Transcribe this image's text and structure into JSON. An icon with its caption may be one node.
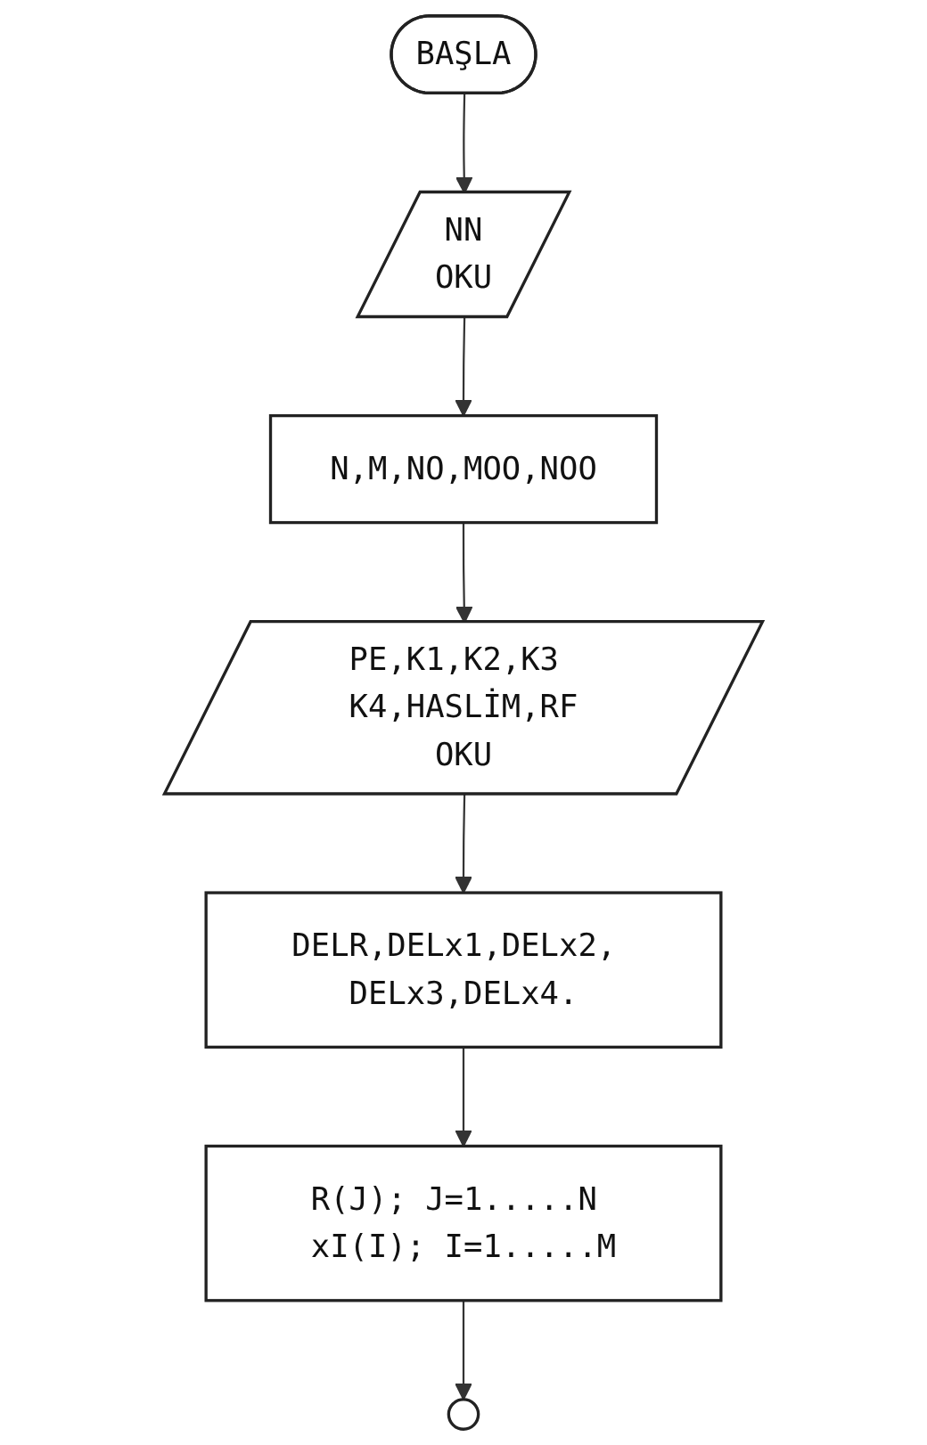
{
  "diagram": {
    "nodes": [
      {
        "text": [
          "BAŞLA"
        ]
      },
      {
        "text": [
          "NN",
          "OKU"
        ]
      },
      {
        "text": [
          "N,M,NO,MOO,NOO"
        ]
      },
      {
        "text": [
          "PE,K1,K2,K3 K4,HASLİM,RF",
          "OKU"
        ]
      },
      {
        "text": [
          "DELR,DELx1,DELx2, DELx3,DELx4."
        ]
      },
      {
        "text": [
          "R(J); J=1.....N xI(I); I=1.....M"
        ]
      },
      {
        "text": [],
        "shape": "circle"
      }
    ],
    "edges": [
      {
        "from": 0,
        "to": 1,
        "arrow": "to"
      },
      {
        "from": 1,
        "to": 2,
        "arrow": "to"
      },
      {
        "from": 2,
        "to": 3,
        "arrow": "to"
      },
      {
        "from": 3,
        "to": 4,
        "arrow": "to"
      },
      {
        "from": 4,
        "to": 5,
        "arrow": "to"
      },
      {
        "from": 5,
        "to": 6,
        "arrow": "to"
      }
    ]
  }
}
